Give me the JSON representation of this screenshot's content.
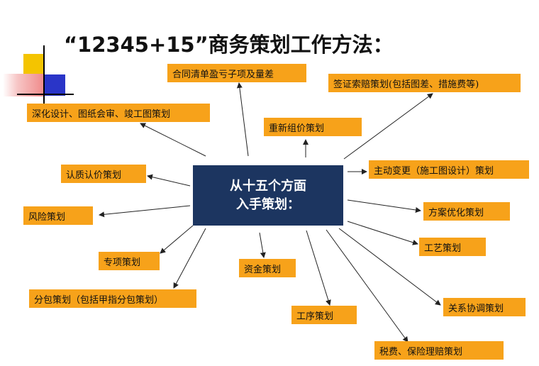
{
  "title": "“12345+15”商务策划工作方法：",
  "center": {
    "line1": "从十五个方面",
    "line2": "入手策划："
  },
  "colors": {
    "box": "#f7a21a",
    "center": "#1c3560",
    "arrow": "#222222"
  },
  "items": [
    "合同清单盈亏子项及量差",
    "签证索赔策划(包括图差、措施费等)",
    "深化设计、图纸会审、竣工图策划",
    "重新组价策划",
    "认质认价策划",
    "主动变更（施工图设计）策划",
    "风险策划",
    "方案优化策划",
    "工艺策划",
    "专项策划",
    "资金策划",
    "分包策划（包括甲指分包策划）",
    "关系协调策划",
    "工序策划",
    "税费、保险理赔策划"
  ]
}
